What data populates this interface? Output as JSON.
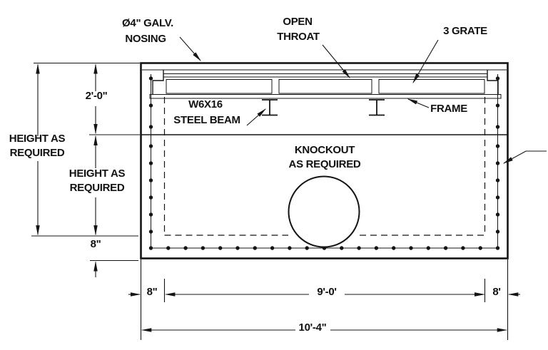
{
  "drawing": {
    "type": "precast-catch-basin-cross-section",
    "colors": {
      "line": "#141414",
      "background": "#ffffff",
      "text": "#111111"
    }
  },
  "labels": {
    "nosing": {
      "line1": "Ø4\" GALV.",
      "line2": "NOSING"
    },
    "open_throat": {
      "line1": "OPEN",
      "line2": "THROAT"
    },
    "grate": "3 GRATE",
    "frame": "FRAME",
    "steel_beam": {
      "line1": "W6X16",
      "line2": "STEEL BEAM"
    },
    "knockout": {
      "line1": "KNOCKOUT",
      "line2": "AS REQUIRED"
    }
  },
  "dimensions": {
    "overall_height": {
      "line1": "HEIGHT AS",
      "line2": "REQUIRED"
    },
    "throat_height": "2'-0\"",
    "chamber_height": {
      "line1": "HEIGHT AS",
      "line2": "REQUIRED"
    },
    "slab_thickness": "8\"",
    "left_wall": "8\"",
    "inner_span": "9'-0'",
    "right_wall": "8'",
    "overall_width": "10'-4\""
  }
}
